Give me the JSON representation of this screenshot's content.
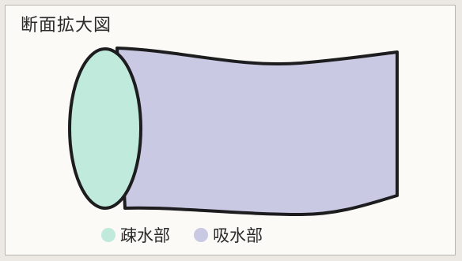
{
  "title": "断面拡大図",
  "colors": {
    "background": "#fbfaf6",
    "frame": "#b9b5b0",
    "outline": "#1d1d1f",
    "sparse_region": "#bfeadc",
    "absorbent_region": "#c9c9e4"
  },
  "legend": [
    {
      "label": "疎水部",
      "color": "#bfeadc"
    },
    {
      "label": "吸水部",
      "color": "#c9c9e4"
    }
  ]
}
